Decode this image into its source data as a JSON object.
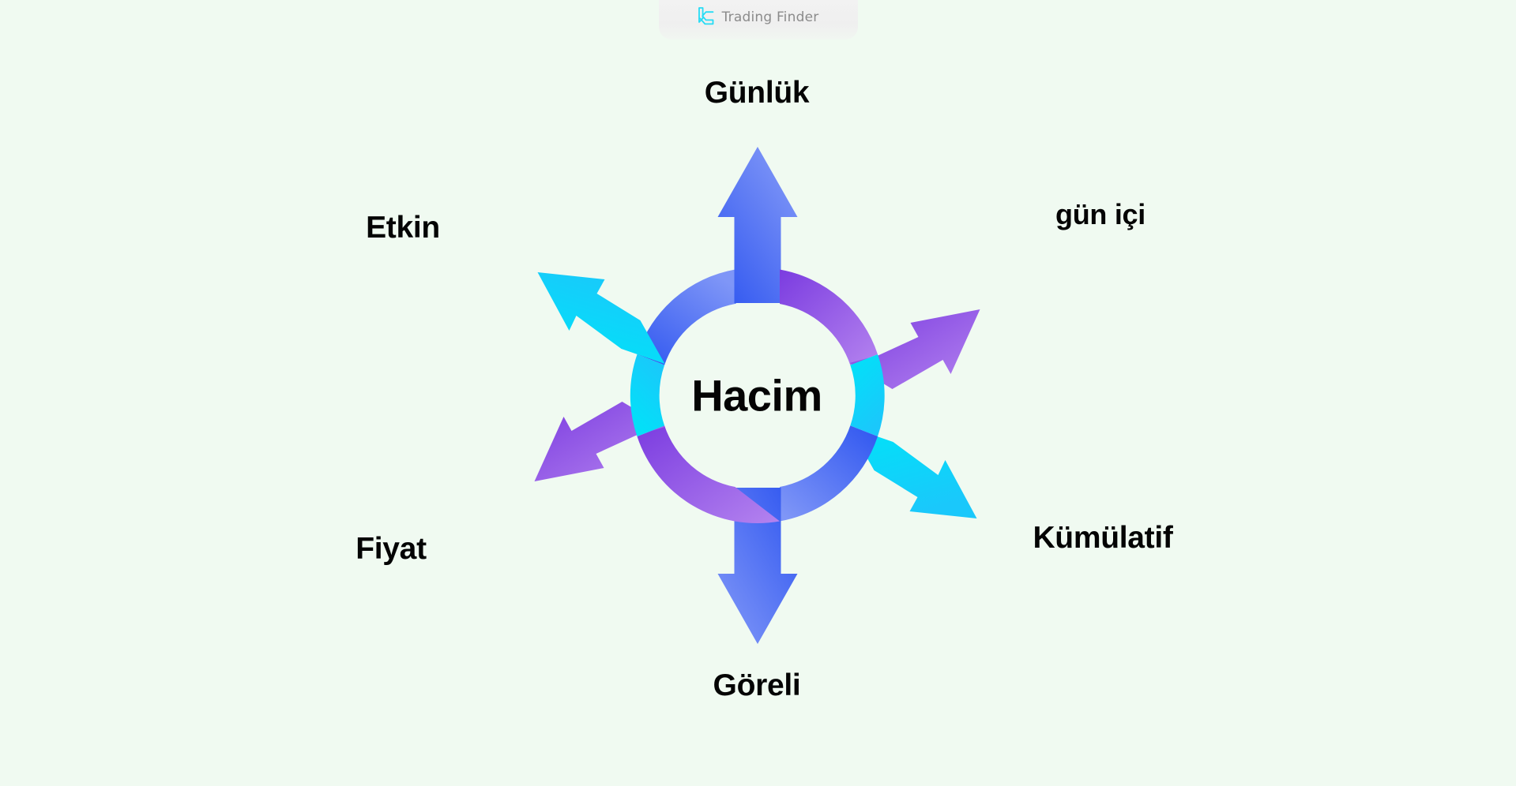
{
  "page": {
    "background_color": "#f0faf1",
    "text_color": "#040404"
  },
  "header": {
    "brand_name": "Trading Finder",
    "logo_icon": "trading-finder-logo-icon",
    "logo_color": "#26dcf5",
    "badge_background": "#f0f0f0"
  },
  "diagram": {
    "type": "radial-cycle",
    "center_label": "Hacim",
    "segment_count": 6,
    "inner_radius": 118,
    "outer_radius": 162,
    "arrow_head_color_cycle": [
      "#3b5ef0",
      "#8b44e0",
      "#00d8f8"
    ],
    "segments": [
      {
        "id": "gunluk",
        "label": "Günlük",
        "direction": "up",
        "angle_deg": 270,
        "color_name": "royal-blue",
        "gradient_from": "#2f56f0",
        "gradient_to": "#7f96f7"
      },
      {
        "id": "gun-ici",
        "label": "gün içi",
        "direction": "up-right",
        "angle_deg": 330,
        "color_name": "purple",
        "gradient_from": "#7b3ce0",
        "gradient_to": "#b483ef"
      },
      {
        "id": "kumulatif",
        "label": "Kümülatif",
        "direction": "down-right",
        "angle_deg": 30,
        "color_name": "cyan",
        "gradient_from": "#00e6f7",
        "gradient_to": "#18cafa"
      },
      {
        "id": "goreli",
        "label": "Göreli",
        "direction": "down",
        "angle_deg": 90,
        "color_name": "royal-blue",
        "gradient_from": "#2f56f0",
        "gradient_to": "#7f96f7"
      },
      {
        "id": "fiyat",
        "label": "Fiyat",
        "direction": "down-left",
        "angle_deg": 150,
        "color_name": "purple",
        "gradient_from": "#7b3ce0",
        "gradient_to": "#b483ef"
      },
      {
        "id": "etkin",
        "label": "Etkin",
        "direction": "up-left",
        "angle_deg": 210,
        "color_name": "cyan",
        "gradient_from": "#00e6f7",
        "gradient_to": "#18cafa"
      }
    ]
  }
}
